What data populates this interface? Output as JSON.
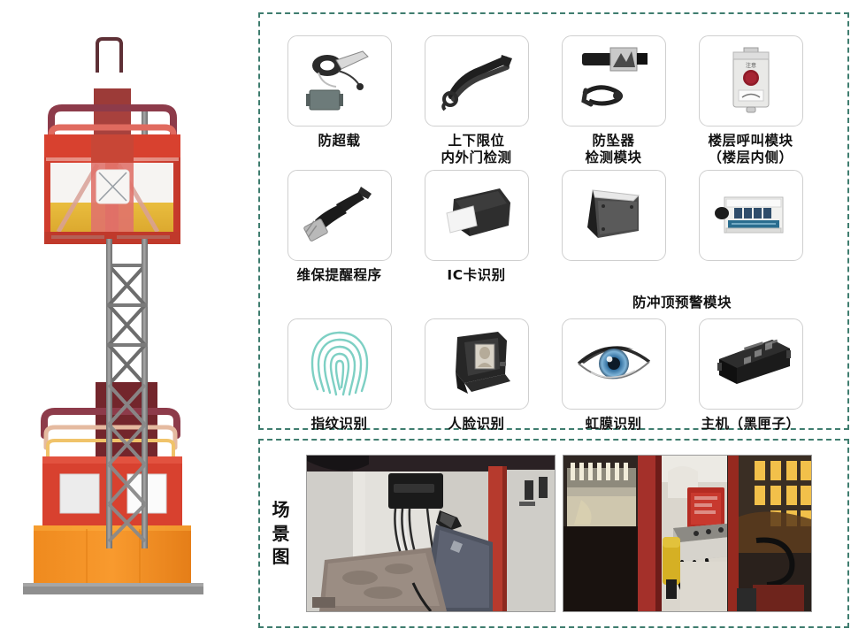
{
  "illustration": {
    "name": "construction-hoist-elevator-illustration",
    "colors": {
      "cage_red": "#d8412f",
      "cage_dark_red": "#8d3b4a",
      "cage_orange": "#f0881f",
      "cage_yellow": "#e6b83a",
      "mast_gray": "#7f7f7f",
      "base_gray": "#8c8c8c",
      "mast_dark": "#4a4a4a"
    }
  },
  "modules_panel": {
    "name": "equipment-modules-panel",
    "border_color": "#3f7d6f",
    "rows": [
      {
        "cells": [
          {
            "label": "防超载",
            "icon": "overload-sensor-icon"
          },
          {
            "label": "上下限位\n内外门检测",
            "icon": "limit-switch-cable-icon"
          },
          {
            "label": "防坠器\n检测模块",
            "icon": "anti-fall-detector-icon"
          },
          {
            "label": "楼层呼叫模块\n（楼层内侧）",
            "icon": "floor-call-module-icon"
          }
        ]
      },
      {
        "cells": [
          {
            "label": "维保提醒程序",
            "icon": "usb-key-icon"
          },
          {
            "label": "IC卡识别",
            "icon": "ic-card-reader-icon"
          },
          {
            "label": "",
            "icon": "anti-topping-sensor-icon"
          },
          {
            "label": "",
            "icon": "anti-topping-controller-icon"
          }
        ],
        "merged_label": "防冲顶预警模块"
      },
      {
        "cells": [
          {
            "label": "指纹识别",
            "icon": "fingerprint-icon"
          },
          {
            "label": "人脸识别",
            "icon": "face-recognition-terminal-icon"
          },
          {
            "label": "虹膜识别",
            "icon": "iris-recognition-eye-icon"
          },
          {
            "label": "主机（黑匣子）",
            "icon": "black-box-host-icon"
          }
        ]
      }
    ]
  },
  "scene_panel": {
    "name": "scene-photos-panel",
    "label": "场景图",
    "label_chars": [
      "场",
      "景",
      "图"
    ],
    "photos": [
      {
        "name": "scene-photo-cabin-interior-controller"
      },
      {
        "name": "scene-photo-cabin-door-equipment"
      }
    ]
  }
}
